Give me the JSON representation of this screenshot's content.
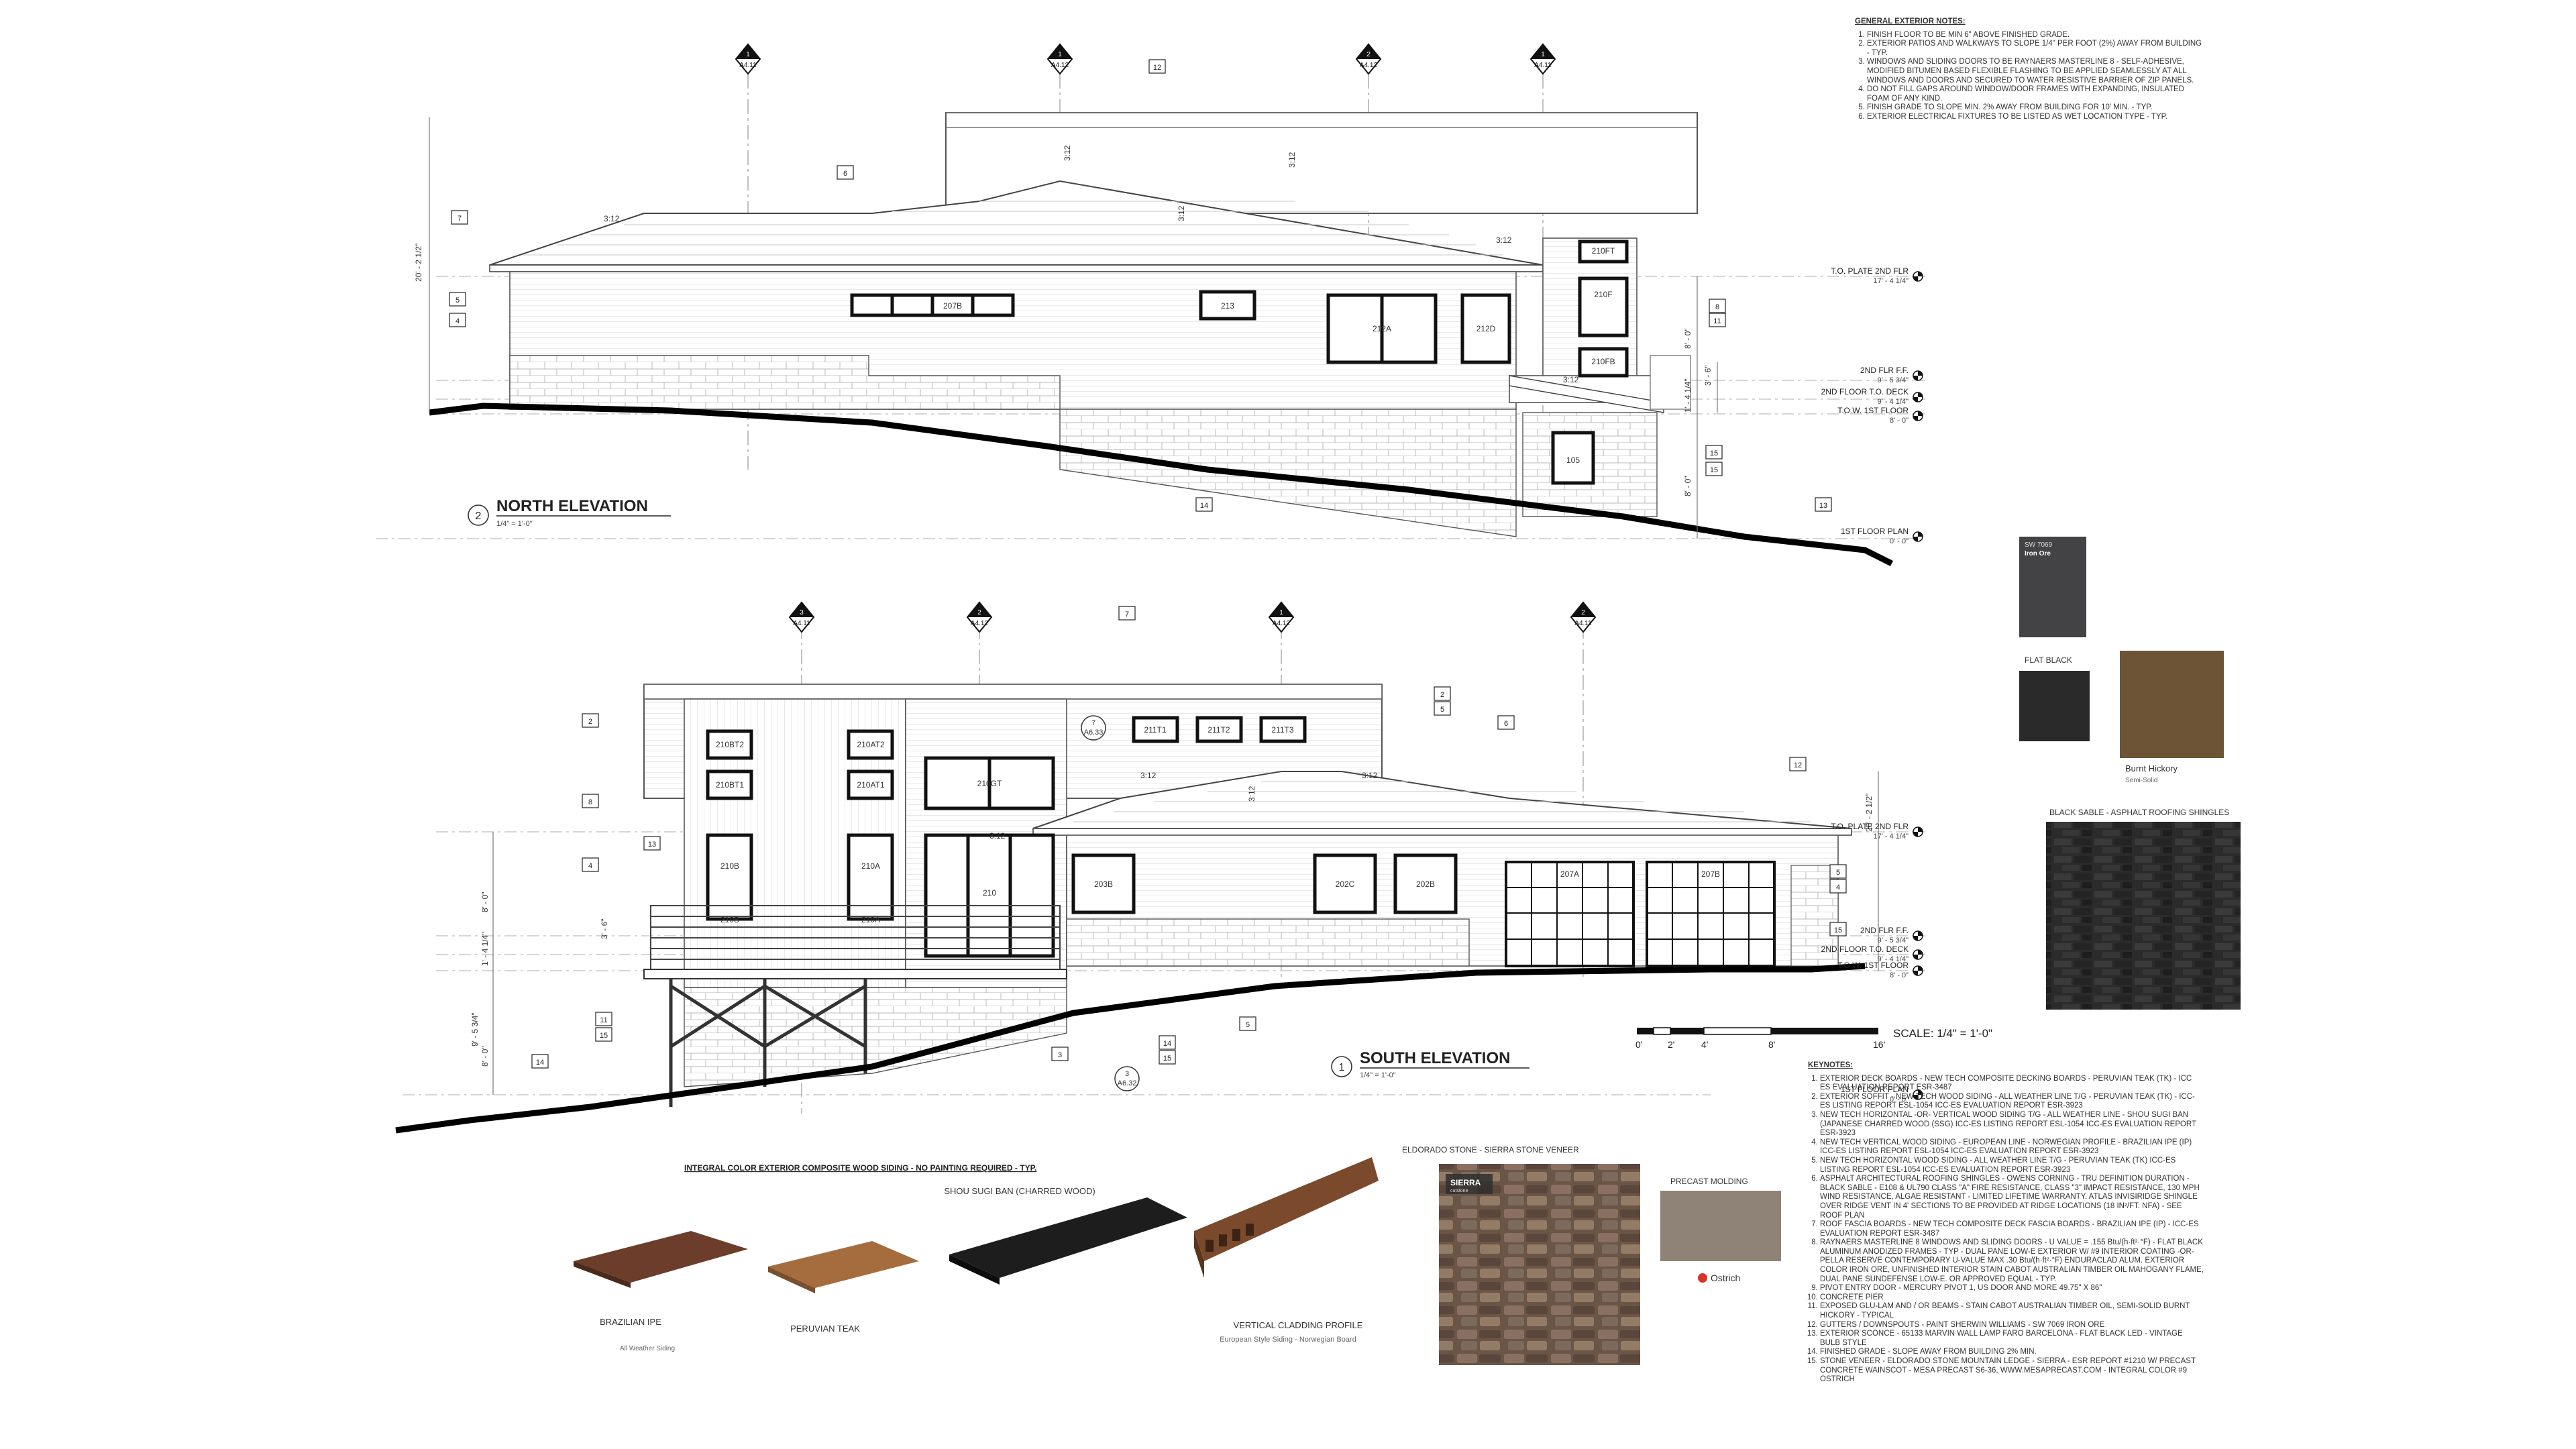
{
  "general_notes": {
    "title": "GENERAL EXTERIOR NOTES:",
    "items": [
      "FINISH FLOOR TO BE MIN 6\" ABOVE FINISHED GRADE.",
      "EXTERIOR PATIOS AND WALKWAYS TO SLOPE 1/4\" PER FOOT (2%) AWAY FROM BUILDING - TYP.",
      "WINDOWS AND SLIDING DOORS TO BE RAYNAERS MASTERLINE 8 - SELF-ADHESIVE, MODIFIED BITUMEN BASED FLEXIBLE FLASHING TO BE APPLIED SEAMLESSLY AT ALL WINDOWS AND DOORS AND SECURED TO WATER RESISTIVE BARRIER OF ZIP PANELS.",
      "DO NOT FILL GAPS AROUND WINDOW/DOOR FRAMES WITH EXPANDING, INSULATED FOAM OF ANY KIND.",
      "FINISH GRADE TO SLOPE MIN. 2% AWAY FROM BUILDING FOR 10' MIN. - TYP.",
      "EXTERIOR ELECTRICAL FIXTURES TO BE LISTED AS WET LOCATION TYPE - TYP."
    ]
  },
  "north": {
    "title": "NORTH ELEVATION",
    "number": "2",
    "scale": "1/4\" = 1'-0\"",
    "grid_markers": [
      {
        "num": "1",
        "sheet": "A4.11"
      },
      {
        "num": "1",
        "sheet": "A4.12"
      },
      {
        "num": "2",
        "sheet": "A4.12"
      },
      {
        "num": "1",
        "sheet": "A4.11"
      }
    ],
    "windows": [
      "207B",
      "213",
      "212A",
      "212D",
      "210FT",
      "210F",
      "210FB",
      "105"
    ],
    "keys": [
      "7",
      "6",
      "12",
      "5",
      "4",
      "8",
      "11",
      "15",
      "15",
      "14",
      "13"
    ],
    "dims": [
      "20' - 2 1/2\"",
      "8' - 0\"",
      "1' - 4 1/4\"",
      "8' - 0\"",
      "3' - 6\""
    ],
    "slopes": [
      "3:12",
      "3:12",
      "3:12",
      "3:12",
      "3:12",
      "3:12"
    ],
    "levels": [
      {
        "name": "T.O. PLATE 2ND FLR",
        "val": "17' - 4 1/4\""
      },
      {
        "name": "2ND FLR F.F.",
        "val": "9' - 5 3/4\""
      },
      {
        "name": "2ND FLOOR T.O. DECK",
        "val": "9' - 4 1/4\""
      },
      {
        "name": "T.O.W. 1ST FLOOR",
        "val": "8' - 0\""
      },
      {
        "name": "1ST FLOOR PLAN",
        "val": "0' - 0\""
      }
    ]
  },
  "south": {
    "title": "SOUTH ELEVATION",
    "number": "1",
    "scale": "1/4\" = 1'-0\"",
    "grid_markers": [
      {
        "num": "3",
        "sheet": "A4.11"
      },
      {
        "num": "2",
        "sheet": "A4.12"
      },
      {
        "num": "1",
        "sheet": "A4.12"
      },
      {
        "num": "2",
        "sheet": "A4.11"
      }
    ],
    "windows": [
      "210BT2",
      "210AT2",
      "210BT1",
      "210AT1",
      "210GT",
      "211T1",
      "211T2",
      "211T3",
      "210B",
      "210A",
      "210",
      "203B",
      "202C",
      "202B",
      "207A",
      "207B",
      "210B",
      "210A"
    ],
    "callouts": [
      {
        "num": "7",
        "sheet": "A6.33"
      },
      {
        "num": "3",
        "sheet": "A6.32"
      }
    ],
    "keys": [
      "2",
      "8",
      "4",
      "13",
      "7",
      "2",
      "5",
      "6",
      "12",
      "5",
      "4",
      "15",
      "11",
      "15",
      "14",
      "3",
      "15",
      "14",
      "5"
    ],
    "dims": [
      "8' - 0\"",
      "1' - 4 1/4\"",
      "9' - 5 3/4\"",
      "8' - 0\"",
      "3' - 6\"",
      "20' - 2 1/2\""
    ],
    "slopes": [
      "3:12",
      "3:12",
      "3:12",
      "3:12"
    ],
    "levels": [
      {
        "name": "T.O. PLATE 2ND FLR",
        "val": "17' - 4 1/4\""
      },
      {
        "name": "2ND FLR F.F.",
        "val": "9' - 5 3/4\""
      },
      {
        "name": "2ND FLOOR T.O. DECK",
        "val": "9' - 4 1/4\""
      },
      {
        "name": "T.O.W. 1ST FLOOR",
        "val": "8' - 0\""
      },
      {
        "name": "1ST FLOOR PLAN",
        "val": "0' - 0\""
      }
    ]
  },
  "scale_bar": {
    "label": "SCALE: 1/4\" = 1'-0\"",
    "ticks": [
      "0'",
      "2'",
      "4'",
      "8'",
      "16'"
    ]
  },
  "materials": {
    "iron_ore": {
      "code": "SW 7069",
      "name": "Iron Ore",
      "color": "#434345"
    },
    "flat_black": {
      "name": "FLAT BLACK",
      "color": "#2a2a2a"
    },
    "burnt_hickory": {
      "name": "Burnt Hickory",
      "sub": "Semi-Solid",
      "color": "#6d5437"
    },
    "shingles": {
      "name": "BLACK SABLE - ASPHALT ROOFING SHINGLES",
      "color": "#2b2b2b"
    },
    "siding_title": "INTEGRAL COLOR EXTERIOR COMPOSITE WOOD SIDING - NO PAINTING REQUIRED - TYP.",
    "siding": [
      {
        "name": "BRAZILIAN IPE",
        "sub": "All Weather Siding",
        "color": "#6b3d2a"
      },
      {
        "name": "PERUVIAN TEAK",
        "sub": "",
        "color": "#a56d3d"
      },
      {
        "name": "SHOU SUGI BAN (CHARRED WOOD)",
        "sub": "",
        "color": "#1d1d1d"
      },
      {
        "name": "VERTICAL CLADDING PROFILE",
        "sub": "European Style Siding - Norwegian Board",
        "color": "#7b4a2c"
      }
    ],
    "stone": {
      "name": "ELDORADO STONE - SIERRA STONE VENEER",
      "brand": "SIERRA",
      "brand_sub": "cutstone"
    },
    "precast": {
      "name": "PRECAST MOLDING",
      "color": "#8f8377",
      "brand": "Ostrich"
    }
  },
  "keynotes": {
    "title": "KEYNOTES:",
    "items": [
      "EXTERIOR DECK BOARDS - NEW TECH COMPOSITE DECKING BOARDS - PERUVIAN TEAK (TK) - ICC ES EVALUATION REPORT ESR-3487",
      "EXTERIOR SOFFIT - NEW TECH WOOD SIDING - ALL WEATHER LINE T/G - PERUVIAN TEAK (TK) - ICC-ES LISTING REPORT ESL-1054  ICC-ES EVALUATION REPORT ESR-3923",
      "NEW TECH HORIZONTAL -OR- VERTICAL WOOD SIDING T/G - ALL WEATHER LINE - SHOU SUGI BAN (JAPANESE CHARRED WOOD (SSG)  ICC-ES LISTING REPORT ESL-1054  ICC-ES EVALUATION REPORT ESR-3923",
      "NEW TECH VERTICAL WOOD SIDING - EUROPEAN LINE - NORWEGIAN PROFILE - BRAZILIAN IPE (IP)  ICC-ES LISTING REPORT ESL-1054  ICC-ES EVALUATION REPORT ESR-3923",
      "NEW TECH HORIZONTAL WOOD SIDING - ALL WEATHER LINE T/G - PERUVIAN TEAK (TK)  ICC-ES LISTING REPORT ESL-1054  ICC-ES EVALUATION REPORT ESR-3923",
      "ASPHALT ARCHITECTURAL ROOFING SHINGLES - OWENS CORNING - TRU DEFINITION DURATION - BLACK SABLE - E108 & UL790 CLASS \"A\" FIRE RESISTANCE, CLASS \"3\" IMPACT RESISTANCE, 130 MPH WIND RESISTANCE, ALGAE RESISTANT - LIMITED LIFETIME WARRANTY.  ATLAS INVISIRIDGE SHINGLE OVER RIDGE VENT IN 4' SECTIONS TO BE PROVIDED AT RIDGE LOCATIONS (18 IN²/FT. NFA) - SEE ROOF PLAN",
      "ROOF FASCIA BOARDS - NEW TECH COMPOSITE DECK FASCIA BOARDS - BRAZILIAN IPE (IP) - ICC-ES EVALUATION REPORT ESR-3487",
      "RAYNAERS MASTERLINE 8 WINDOWS AND SLIDING DOORS - U VALUE = .155 Btu/(h·ft²·°F) - FLAT BLACK ALUMINUM ANODIZED FRAMES - TYP - DUAL PANE LOW-E EXTERIOR W/ #9 INTERIOR COATING -OR- PELLA RESERVE CONTEMPORARY U-VALUE MAX .30 Btu/(h·ft²·°F) ENDURACLAD ALUM. EXTERIOR COLOR IRON ORE, UNFINISHED INTERIOR STAIN CABOT AUSTRALIAN TIMBER OIL MAHOGANY FLAME, DUAL PANE SUNDEFENSE LOW-E. OR APPROVED EQUAL - TYP.",
      "PIVOT ENTRY DOOR - MERCURY PIVOT 1, US DOOR AND MORE 49.75\" X 86\"",
      "CONCRETE PIER",
      "EXPOSED GLU-LAM AND / OR BEAMS - STAIN CABOT AUSTRALIAN TIMBER OIL, SEMI-SOLID BURNT HICKORY - TYPICAL",
      "GUTTERS / DOWNSPOUTS - PAINT SHERWIN WILLIAMS - SW 7069 IRON ORE",
      "EXTERIOR SCONCE - 65133 MARVIN WALL LAMP FARO BARCELONA - FLAT BLACK LED - VINTAGE BULB STYLE",
      "FINISHED GRADE - SLOPE AWAY FROM BUILDING 2% MIN.",
      "STONE VENEER - ELDORADO STONE MOUNTAIN LEDGE - SIERRA - ESR REPORT #1210 W/ PRECAST CONCRETE WAINSCOT - MESA PRECAST S6-36, WWW.MESAPRECAST.COM - INTEGRAL COLOR #9 OSTRICH"
    ]
  }
}
